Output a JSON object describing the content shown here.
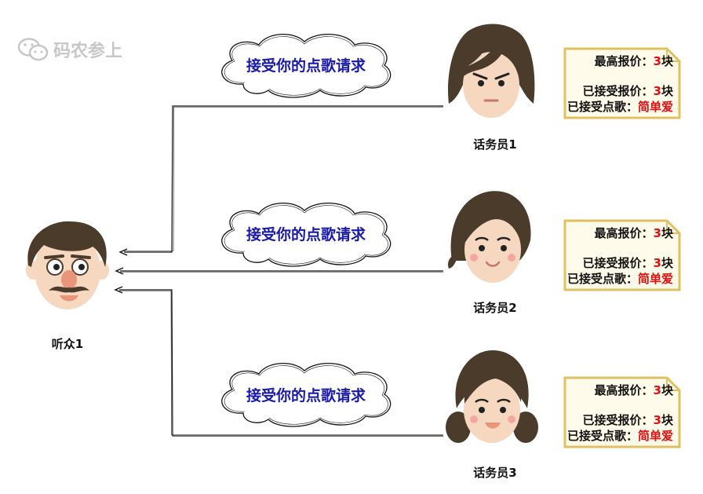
{
  "watermark": {
    "text": "码农参上",
    "icon": "wechat-icon"
  },
  "listener": {
    "name": "听众1"
  },
  "operators": [
    {
      "name": "话务员1",
      "cloud_text": "接受你的点歌请求",
      "note": {
        "max_label": "最高报价：",
        "max_value": "3",
        "max_unit": "块",
        "acc_label": "已接受报价：",
        "acc_value": "3",
        "acc_unit": "块",
        "song_label": "已接受点歌：",
        "song_value": "简单爱"
      }
    },
    {
      "name": "话务员2",
      "cloud_text": "接受你的点歌请求",
      "note": {
        "max_label": "最高报价：",
        "max_value": "3",
        "max_unit": "块",
        "acc_label": "已接受报价：",
        "acc_value": "3",
        "acc_unit": "块",
        "song_label": "已接受点歌：",
        "song_value": "简单爱"
      }
    },
    {
      "name": "话务员3",
      "cloud_text": "接受你的点歌请求",
      "note": {
        "max_label": "最高报价：",
        "max_value": "3",
        "max_unit": "块",
        "acc_label": "已接受报价：",
        "acc_value": "3",
        "acc_unit": "块",
        "song_label": "已接受点歌：",
        "song_value": "简单爱"
      }
    }
  ],
  "colors": {
    "cloud_text": "#1a1aa8",
    "highlight": "#e01010",
    "note_border": "#e0c060",
    "note_fill": "#fffbea",
    "hair": "#4a3b2b",
    "skin": "#f6d7c0"
  }
}
